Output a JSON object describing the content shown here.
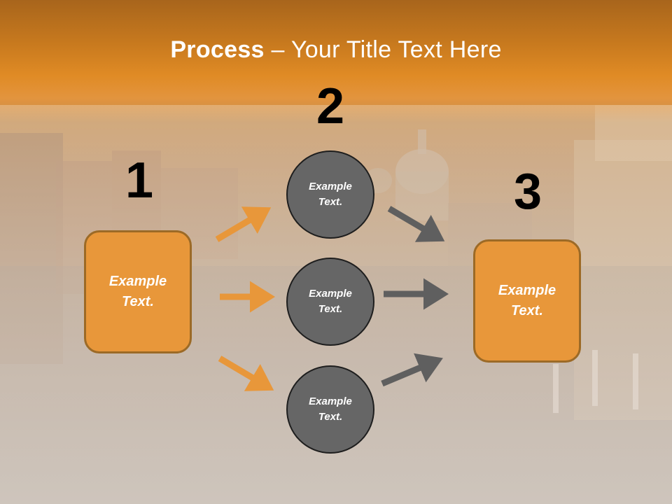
{
  "slide": {
    "title_bold": "Process",
    "title_rest": " – Your Title Text Here"
  },
  "steps": [
    {
      "number": "1",
      "label": "Example\nText."
    },
    {
      "number": "2",
      "label": "Example\nText."
    },
    {
      "number": "3",
      "label": "Example\nText."
    }
  ],
  "circles": [
    {
      "label": "Example\nText."
    },
    {
      "label": "Example\nText."
    },
    {
      "label": "Example\nText."
    }
  ],
  "colors": {
    "orange": "#e8973a",
    "grey": "#666666",
    "arrow_orange": "#e8973a",
    "arrow_grey": "#5f5f5f"
  }
}
